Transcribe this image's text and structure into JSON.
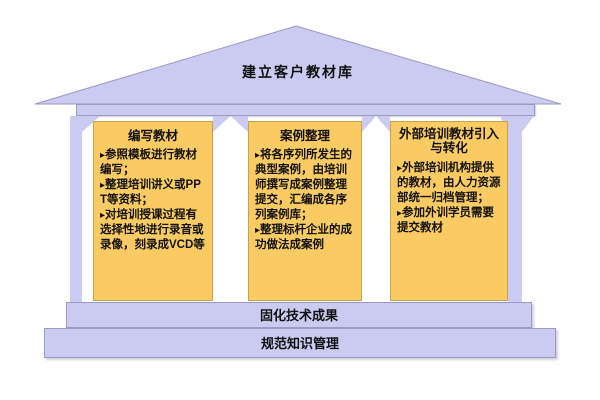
{
  "diagram": {
    "roof": {
      "title": "建立客户教材库"
    },
    "bullet_icon": "▸",
    "pillars": [
      {
        "title": "编写教材",
        "bullets": [
          "参照模板进行教材编写；",
          "整理培训讲义或PPT等资料；",
          "对培训授课过程有选择性地进行录音或录像，刻录成VCD等"
        ]
      },
      {
        "title": "案例整理",
        "bullets": [
          "将各序列所发生的典型案例，由培训师撰写成案例整理提交，汇编成各序列案例库；",
          "整理标杆企业的成功做法成案例"
        ]
      },
      {
        "title": "外部培训教材引入与转化",
        "bullets": [
          "外部培训机构提供的教材，由人力资源部统一归档管理；",
          "参加外训学员需要提交教材"
        ]
      }
    ],
    "base_bars": [
      {
        "label": "固化技术成果"
      },
      {
        "label": "规范知识管理"
      }
    ],
    "colors": {
      "roof": "#cbcbf2",
      "panel": "#fbcb63",
      "panel_border": "#c8a24e",
      "border": "#9a9ac2",
      "text": "#111111"
    }
  }
}
